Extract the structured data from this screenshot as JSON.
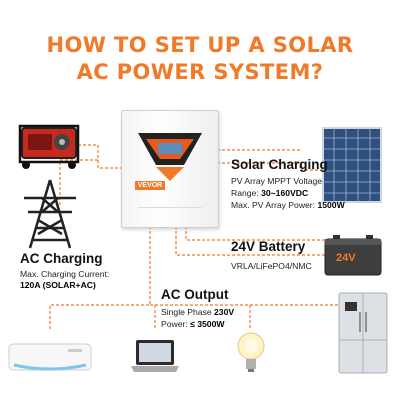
{
  "title": {
    "line1": "HOW TO SET UP A SOLAR",
    "line2": "AC POWER SYSTEM?"
  },
  "inverter": {
    "brand": "VEVOR"
  },
  "solar": {
    "heading": "Solar Charging",
    "line1": "PV Array MPPT Voltage",
    "line2_label": "Range: ",
    "line2_value": "30~160VDC",
    "line3_label": "Max. PV Array Power: ",
    "line3_value": "1500W"
  },
  "battery": {
    "heading": "24V Battery",
    "line1": "VRLA/LiFePO4/NMC",
    "badge": "24V"
  },
  "ac_charging": {
    "heading": "AC Charging",
    "line1": "Max. Charging Current:",
    "line2": "120A (SOLAR+AC)"
  },
  "ac_output": {
    "heading": "AC Output",
    "line1_label": "Single Phase ",
    "line1_value": "230V",
    "line2_label": "Power: ",
    "line2_value": "≤ 3500W"
  },
  "colors": {
    "accent": "#f07a2a",
    "wire": "#f07a2a",
    "battery_badge": "#f07a2a"
  },
  "icons": [
    "generator-icon",
    "transmission-tower-icon",
    "inverter-icon",
    "solar-panel-icon",
    "battery-icon",
    "air-conditioner-icon",
    "laptop-icon",
    "light-bulb-icon",
    "refrigerator-icon"
  ]
}
